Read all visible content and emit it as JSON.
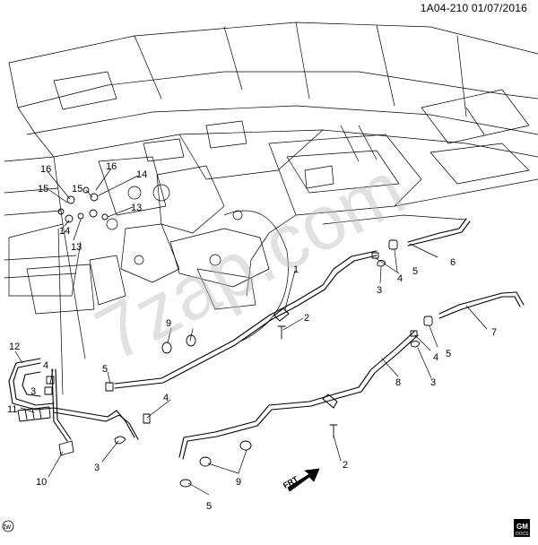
{
  "header": {
    "diagram_code": "1A04-210  01/07/2016"
  },
  "watermark": "7zap.com",
  "callouts": [
    {
      "num": "1"
    },
    {
      "num": "2"
    },
    {
      "num": "2"
    },
    {
      "num": "3"
    },
    {
      "num": "3"
    },
    {
      "num": "3"
    },
    {
      "num": "3"
    },
    {
      "num": "4"
    },
    {
      "num": "4"
    },
    {
      "num": "4"
    },
    {
      "num": "4"
    },
    {
      "num": "5"
    },
    {
      "num": "5"
    },
    {
      "num": "5"
    },
    {
      "num": "5"
    },
    {
      "num": "6"
    },
    {
      "num": "7"
    },
    {
      "num": "8"
    },
    {
      "num": "9"
    },
    {
      "num": "9"
    },
    {
      "num": "10"
    },
    {
      "num": "11"
    },
    {
      "num": "12"
    },
    {
      "num": "13"
    },
    {
      "num": "13"
    },
    {
      "num": "14"
    },
    {
      "num": "14"
    },
    {
      "num": "15"
    },
    {
      "num": "15"
    },
    {
      "num": "16"
    },
    {
      "num": "16"
    }
  ],
  "front_arrow": {
    "label": "FRT"
  },
  "logos": {
    "tw": "tw",
    "gm": "GM",
    "gm_sub": "DOCS"
  },
  "colors": {
    "line": "#000000",
    "watermark": "#bdbdbd",
    "background": "#ffffff"
  }
}
